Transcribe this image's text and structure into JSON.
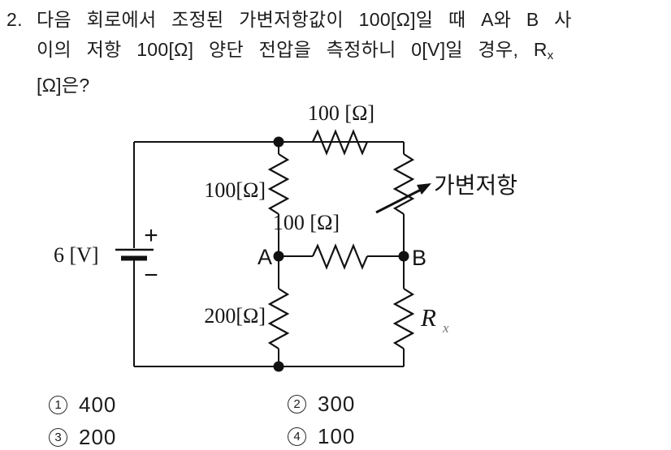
{
  "colors": {
    "ink": "#111111",
    "background": "#ffffff"
  },
  "question": {
    "number": "2.",
    "line1": "다음 회로에서 조정된 가변저항값이 100[Ω]일 때 A와 B 사",
    "line2_main": "이의 저항 100[Ω] 양단 전압을 측정하니 0[V]일 경우, R",
    "line2_sub": "x",
    "line3": "[Ω]은?"
  },
  "circuit": {
    "source_label": "6 [V]",
    "plus_sign": "+",
    "minus_sign": "−",
    "top_resistor_label": "100 [Ω]",
    "left_resistor_label": "100[Ω]",
    "bridge_resistor_label": "100 [Ω]",
    "bottom_left_resistor_label": "200[Ω]",
    "variable_resistor_label": "가변저항",
    "unknown_resistor_base": "R",
    "unknown_resistor_sub": "x",
    "node_a": "A",
    "node_b": "B"
  },
  "choices": [
    {
      "number": "1",
      "value": "400"
    },
    {
      "number": "2",
      "value": "300"
    },
    {
      "number": "3",
      "value": "200"
    },
    {
      "number": "4",
      "value": "100"
    }
  ]
}
